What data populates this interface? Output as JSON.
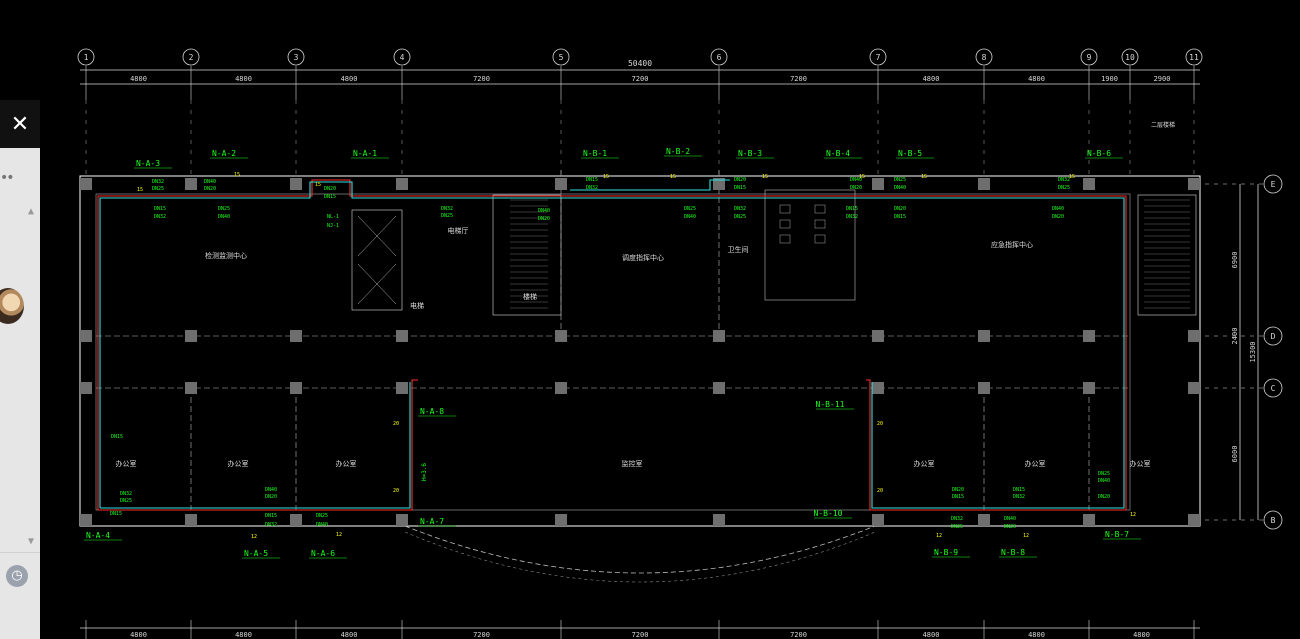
{
  "colors": {
    "background": "#000000",
    "wall_pipe": "#ff2a2a",
    "water_pipe": "#27e3e3",
    "label": "#19ff19",
    "grid": "#ffffff",
    "column": "#6e6e6e",
    "dim": "#d8d8d8"
  },
  "side_panel": {
    "close_icon": "✕",
    "dots": "••",
    "clock_icon": "◷"
  },
  "grid_top": [
    "1",
    "2",
    "3",
    "4",
    "5",
    "6",
    "7",
    "8",
    "9",
    "10",
    "11"
  ],
  "grid_right": [
    "E",
    "D",
    "C",
    "B"
  ],
  "total_dim": "50400",
  "dims_top": [
    "4800",
    "4800",
    "4800",
    "7200",
    "7200",
    "7200",
    "4800",
    "4800",
    "1900",
    "2900"
  ],
  "dims_bottom": [
    "4800",
    "4800",
    "4800",
    "7200",
    "7200",
    "7200",
    "4800",
    "4800",
    "4800"
  ],
  "dims_right": [
    "6900",
    "2400",
    "6000"
  ],
  "dim_right_total": "15300",
  "callouts": [
    "N-A-3",
    "N-A-2",
    "N-A-1",
    "N-B-1",
    "N-B-2",
    "N-B-3",
    "N-B-4",
    "N-B-5",
    "N-B-6",
    "N-A-8",
    "N-B-11",
    "N-A-7",
    "N-B-10",
    "N-A-4",
    "N-A-5",
    "N-A-6",
    "N-B-9",
    "N-B-8",
    "N-B-7"
  ],
  "pipe_tags": [
    "DN32",
    "DN25",
    "DN40",
    "DN20",
    "DN15",
    "15",
    "20",
    "12",
    "DN50",
    "NL-1",
    "NJ-1"
  ],
  "rooms": [
    "检测监测中心",
    "调度指挥中心",
    "应急指挥中心",
    "办公室",
    "办公室",
    "办公室",
    "监控室",
    "办公室",
    "办公室",
    "办公室",
    "电梯厅",
    "电梯",
    "楼梯",
    "卫生间"
  ],
  "notes": [
    "二层楼梯",
    "H=3.6"
  ]
}
